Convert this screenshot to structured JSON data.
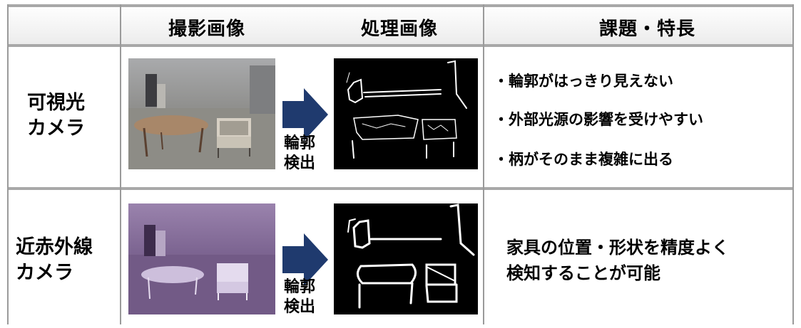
{
  "header": {
    "col1": "撮影画像",
    "col2": "処理画像",
    "col3": "課題・特長"
  },
  "rows": [
    {
      "label_line1": "可視光",
      "label_line2": "カメラ",
      "detect_line1": "輪郭",
      "detect_line2": "検出",
      "notes": [
        "・輪郭がはっきり見えない",
        "・外部光源の影響を受けやすい",
        "・柄がそのまま複雑に出る"
      ]
    },
    {
      "label_line1": "近赤外線",
      "label_line2": "カメラ",
      "detect_line1": "輪郭",
      "detect_line2": "検出",
      "summary_line1": "家具の位置・形状を精度よく",
      "summary_line2": "検知することが可能"
    }
  ],
  "colors": {
    "arrow": "#1f3a6e",
    "grid": "#a8a8a8",
    "visible_room": "#8e8c88",
    "nir_room": "#7a5f8c"
  }
}
